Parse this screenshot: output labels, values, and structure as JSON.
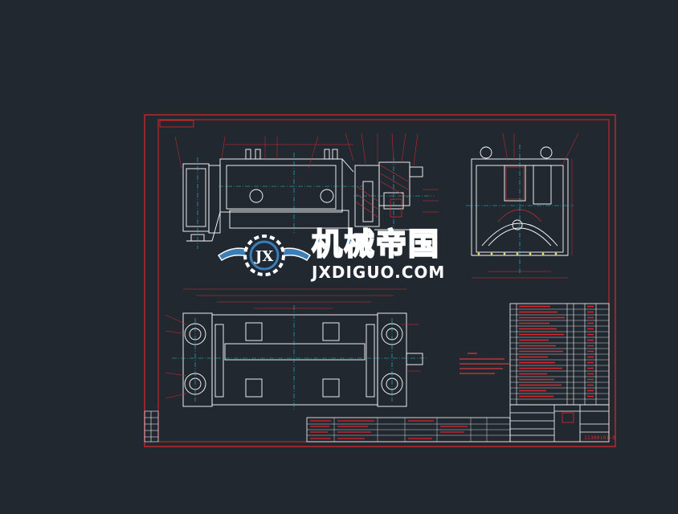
{
  "drawing": {
    "background": "#212830",
    "frame_color": "#e0262c",
    "line_color": "#ffffff",
    "center_color": "#27c6d3",
    "dim_color": "#e0262c",
    "hatch_color": "#c8312f",
    "note_color": "#ff3b3b"
  },
  "watermark": {
    "text_cn": "机械帝国",
    "text_en": "JXDIGUO.COM",
    "badge_letters": "JX",
    "badge_color": "#3b7fb6"
  },
  "title_block": {
    "drawing_number": "11300101-0"
  }
}
